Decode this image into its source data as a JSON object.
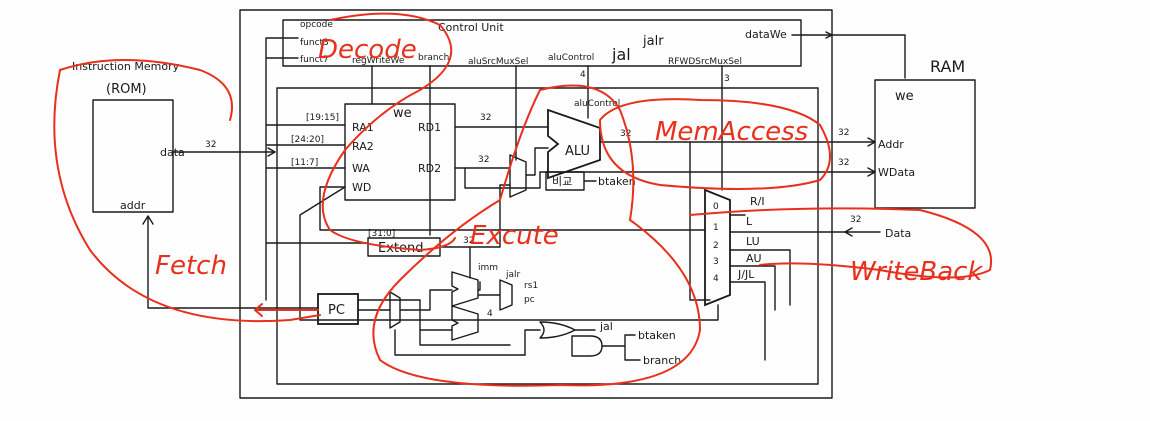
{
  "blocks": {
    "rom_title": "Instruction Memory",
    "rom_sub": "(ROM)",
    "rom_data": "data",
    "rom_addr": "addr",
    "control_unit": "Control Unit",
    "ctrl_opcode": "opcode",
    "ctrl_funct3": "funct3",
    "ctrl_funct7": "funct7",
    "sig_regwrite": "regWriteWe",
    "sig_branch": "branch",
    "sig_alusrc": "aluSrcMuxSel",
    "sig_aluctrl": "aluControl",
    "sig_jal": "jal",
    "sig_jalr": "jalr",
    "sig_rfwd": "RFWDSrcMuxSel",
    "sig_datawe": "dataWe",
    "rf_we": "we",
    "rf_ra1": "RA1",
    "rf_ra2": "RA2",
    "rf_wa": "WA",
    "rf_wd": "WD",
    "rf_rd1": "RD1",
    "rf_rd2": "RD2",
    "bits_ra1": "[19:15]",
    "bits_ra2": "[24:20]",
    "bits_wa": "[11:7]",
    "alu": "ALU",
    "alu_ctrl": "aluControl",
    "compare": "비교",
    "btaken": "btaken",
    "extend": "Extend",
    "extend_in": "[31:0]",
    "pc": "PC",
    "imm": "imm",
    "four": "4",
    "rs1": "rs1",
    "pc_lbl": "pc",
    "ram": "RAM",
    "ram_we": "we",
    "ram_addr": "Addr",
    "ram_wdata": "WData",
    "ram_rdata": "Data",
    "mux_r": "R/I",
    "mux_l": "L",
    "mux_lu": "LU",
    "mux_au": "AU",
    "mux_jj": "J/JL",
    "and_b1": "btaken",
    "and_b2": "branch",
    "w32": "32",
    "w3": "3",
    "w4": "4",
    "mux_sel": [
      "0",
      "1",
      "2",
      "3",
      "4"
    ]
  },
  "stages": {
    "fetch": "Fetch",
    "decode": "Decode",
    "execute": "Excute",
    "mem": "MemAccess",
    "wb": "WriteBack"
  }
}
